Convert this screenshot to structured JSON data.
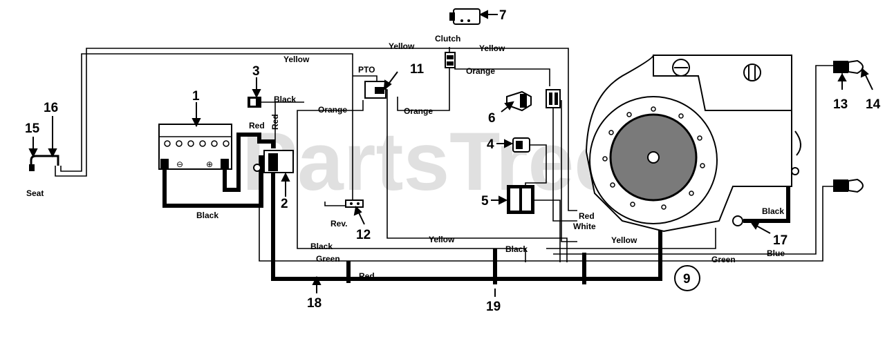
{
  "watermark": "PartsTree",
  "wire_labels": {
    "yellow_top_left": "Yellow",
    "yellow_top_mid": "Yellow",
    "yellow_top_right": "Yellow",
    "clutch": "Clutch",
    "pto": "PTO",
    "black_3": "Black",
    "red_vertical": "Red",
    "orange_left": "Orange",
    "orange_mid": "Orange",
    "orange_top": "Orange",
    "red_battery": "Red",
    "black_battery": "Black",
    "rev": "Rev.",
    "seat": "Seat",
    "red_engine": "Red",
    "white_engine": "White",
    "black_right": "Black",
    "yellow_bottom_mid": "Yellow",
    "black_bottom_mid": "Black",
    "yellow_bottom_right": "Yellow",
    "black_bottom_left": "Black",
    "green_bottom_left": "Green",
    "blue_bottom": "Blue",
    "green_bottom_right": "Green",
    "red_bottom": "Red"
  },
  "callouts": {
    "n1": "1",
    "n2": "2",
    "n3": "3",
    "n4": "4",
    "n5": "5",
    "n6": "6",
    "n7": "7",
    "n9": "9",
    "n11": "11",
    "n12": "12",
    "n13": "13",
    "n14": "14",
    "n15": "15",
    "n16": "16",
    "n17": "17",
    "n18": "18",
    "n19": "19"
  }
}
